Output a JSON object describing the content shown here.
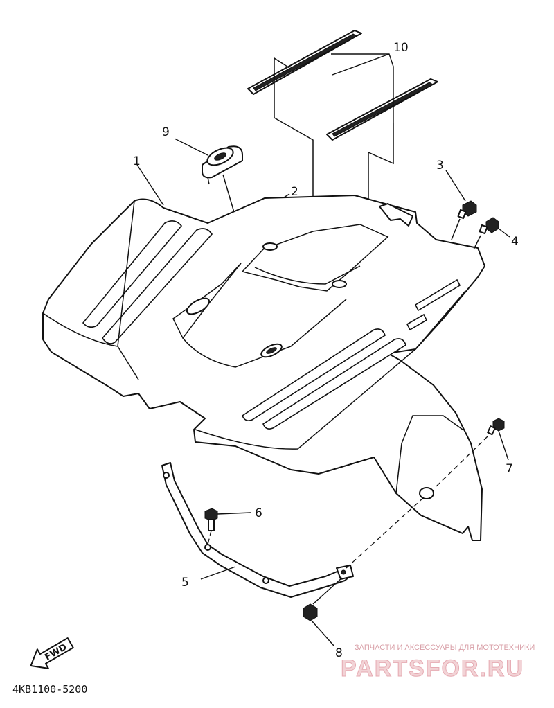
{
  "diagram": {
    "callouts": [
      {
        "number": "1",
        "part": "fender"
      },
      {
        "number": "2",
        "part": "screw"
      },
      {
        "number": "3",
        "part": "bolt"
      },
      {
        "number": "4",
        "part": "bolt"
      },
      {
        "number": "5",
        "part": "stay"
      },
      {
        "number": "6",
        "part": "bolt"
      },
      {
        "number": "7",
        "part": "bolt"
      },
      {
        "number": "8",
        "part": "nut"
      },
      {
        "number": "9",
        "part": "grommet"
      },
      {
        "number": "10",
        "part": "strip"
      }
    ],
    "direction_label": "FWD",
    "part_code": "4KB1100-5200"
  },
  "watermark": {
    "subtitle": "ЗАПЧАСТИ И АКСЕССУАРЫ ДЛЯ МОТОТЕХНИКИ",
    "brand": "PARTSFOR.RU",
    "color": "#e6aab2"
  }
}
